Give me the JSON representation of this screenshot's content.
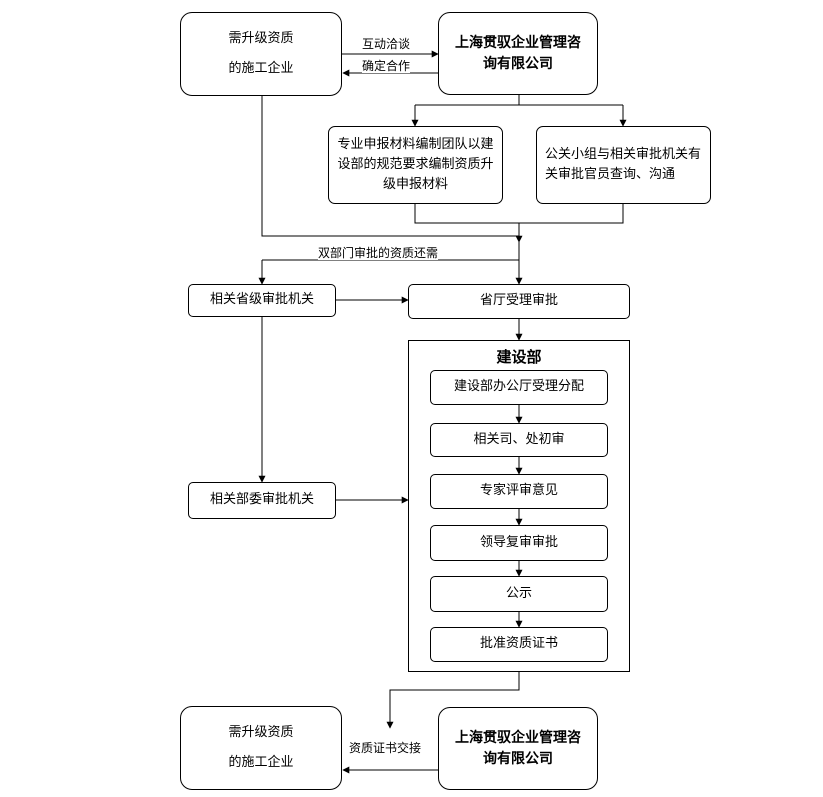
{
  "enterprise_top": {
    "line1": "需升级资质",
    "line2": "的施工企业"
  },
  "company_top": {
    "name": "上海贯驭企业管理咨询有限公司"
  },
  "negotiate_label": {
    "line1": "互动洽谈",
    "line2": "确定合作"
  },
  "team_box": {
    "text": "专业申报材料编制团队以建设部的规范要求编制资质升级申报材料"
  },
  "pr_box": {
    "text": "公关小组与相关审批机关有关审批官员查询、沟通"
  },
  "dual_label": "双部门审批的资质还需",
  "provincial_authority": "相关省级审批机关",
  "provincial_office": "省厅受理审批",
  "ministry": {
    "title": "建设部",
    "steps": [
      "建设部办公厅受理分配",
      "相关司、处初审",
      "专家评审意见",
      "领导复审审批",
      "公示",
      "批准资质证书"
    ]
  },
  "ministry_authority": "相关部委审批机关",
  "enterprise_bottom": {
    "line1": "需升级资质",
    "line2": "的施工企业"
  },
  "company_bottom": {
    "name": "上海贯驭企业管理咨询有限公司"
  },
  "handover_label": "资质证书交接"
}
